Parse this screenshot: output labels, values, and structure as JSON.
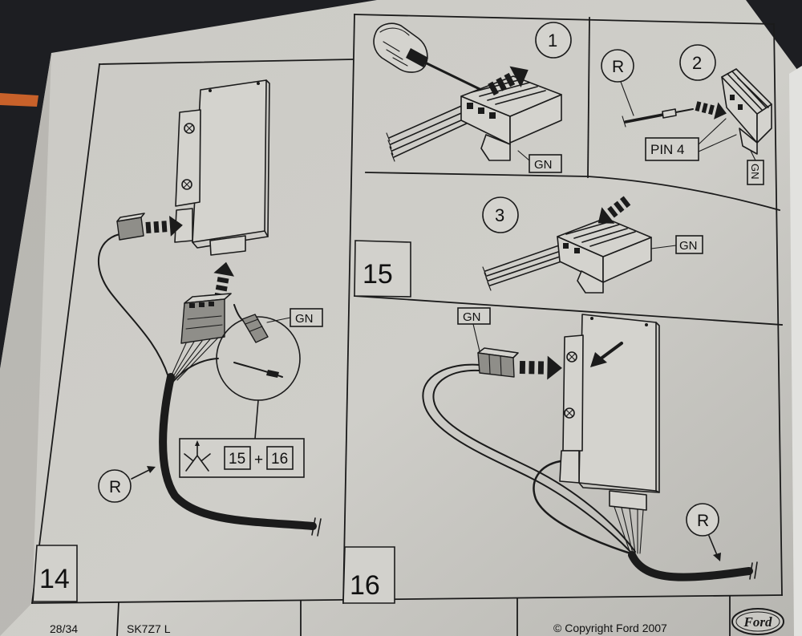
{
  "panel_14": {
    "number": "14",
    "callout_r": "R",
    "connector_label": "GN",
    "ref_a": "15",
    "ref_plus": "+",
    "ref_b": "16"
  },
  "panel_15": {
    "number": "15",
    "step_1": {
      "number": "1",
      "connector_label": "GN"
    },
    "step_2": {
      "number": "2",
      "wire_label": "R",
      "pin_label": "PIN 4",
      "connector_label": "GN"
    },
    "step_3": {
      "number": "3",
      "connector_label": "GN"
    }
  },
  "panel_16": {
    "number": "16",
    "connector_label": "GN",
    "wire_label": "R"
  },
  "footer": {
    "page": "28/34",
    "code": "SK7Z7 L",
    "copyright": "© Copyright Ford 2007",
    "logo_text": "Ford"
  },
  "colors": {
    "paper": "#c8c7c2",
    "ink": "#1b1b1b",
    "background": "#1d1e22",
    "accent_object": "#c8612a"
  }
}
